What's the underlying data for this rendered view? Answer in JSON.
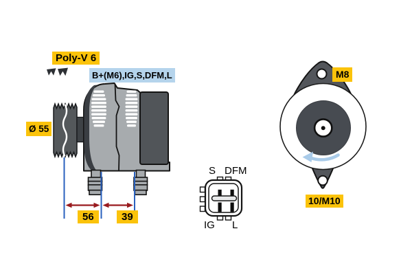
{
  "diagram": {
    "belt_type_label": "Poly-V 6",
    "terminals_label": "B+(M6),IG,S,DFM,L",
    "pulley_diameter_label": "Ø 55",
    "dim_pulley_center_to_mount": "56",
    "dim_mount_width": "39",
    "connector_pins": {
      "top_left": "S",
      "top_right": "DFM",
      "bottom_left": "IG",
      "bottom_right": "L"
    },
    "mount_top_label": "M8",
    "mount_bottom_label": "10/M10",
    "colors": {
      "label_yellow": "#FBC30B",
      "label_blue": "#B5D4EC",
      "dimension_line_blue": "#2A61BE",
      "dimension_arrow_red": "#991B1F",
      "rotation_arrow_blue": "#A9CBE9",
      "body_gray": "#A7ABAE",
      "housing_dark_gray": "#53565B",
      "outline_black": "#141414"
    }
  }
}
